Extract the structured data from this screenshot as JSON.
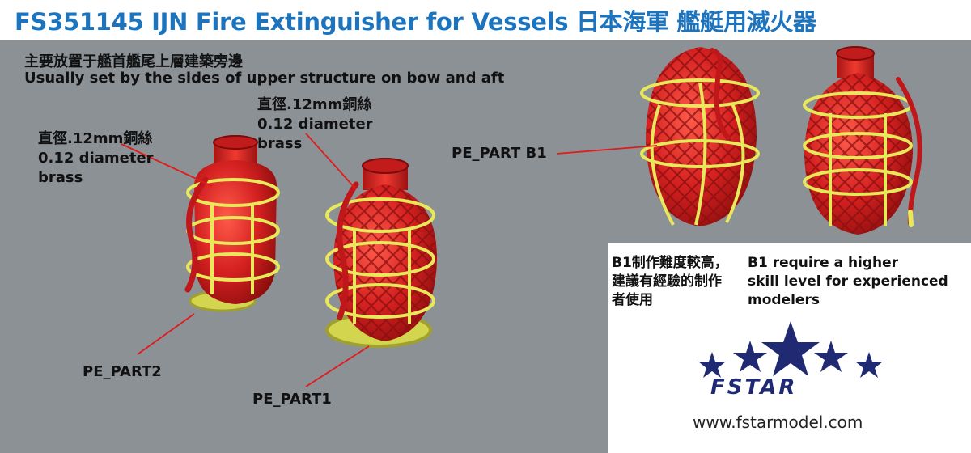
{
  "header": {
    "title": "FS351145 IJN Fire Extinguisher for Vessels 日本海軍 艦艇用滅火器"
  },
  "intro": {
    "zh": "主要放置于艦首艦尾上層建築旁邊",
    "en": "Usually set by the sides of upper structure on bow and aft"
  },
  "callouts": {
    "left_wire": {
      "zh": "直徑.12mm銅絲",
      "line1": "0.12 diameter",
      "line2": "brass"
    },
    "mid_wire": {
      "zh": "直徑.12mm銅絲",
      "line1": "0.12 diameter",
      "line2": "brass"
    },
    "part2": "PE_PART2",
    "part1": "PE_PART1",
    "partB1": "PE_PART B1"
  },
  "note": {
    "zh": [
      "B1制作難度較高，",
      "建議有經驗的制作",
      "者使用"
    ],
    "en": [
      "B1 require a higher",
      "skill level for experienced",
      "modelers"
    ]
  },
  "brand": {
    "name": "FSTAR",
    "website": "www.fstarmodel.com",
    "primary_color": "#1f2a73",
    "title_color": "#1d74be"
  },
  "colors": {
    "extinguisher_red": "#d42020",
    "cage_yellow": "#e7e85a",
    "background_gray": "#8c9196"
  }
}
